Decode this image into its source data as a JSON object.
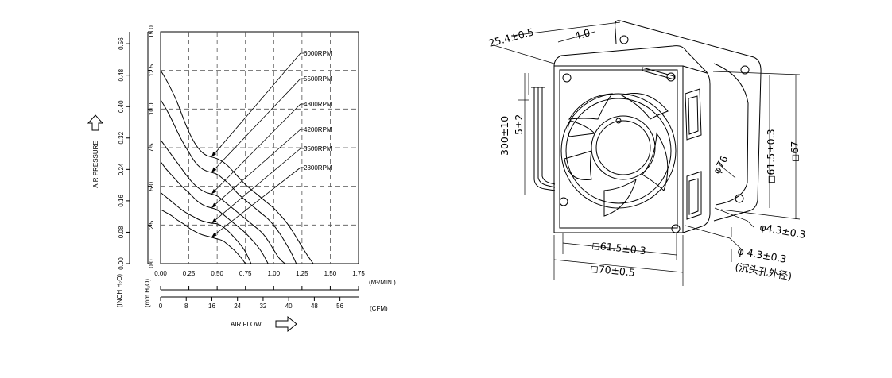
{
  "chart_data": {
    "type": "line",
    "x": [
      0,
      0.05,
      0.1,
      0.15,
      0.2,
      0.25,
      0.3,
      0.35,
      0.4,
      0.45,
      0.5,
      0.55,
      0.6,
      0.65,
      0.7,
      0.75,
      0.8,
      0.85,
      0.9,
      0.95,
      1.0,
      1.05,
      1.1,
      1.15,
      1.2,
      1.25,
      1.3,
      1.35,
      1.4,
      1.45,
      1.5,
      1.55
    ],
    "series": [
      {
        "name": "6000RPM",
        "values": [
          12.5,
          11.9,
          11.2,
          10.4,
          9.4,
          8.5,
          7.8,
          7.3,
          7.0,
          6.9,
          6.8,
          6.6,
          6.3,
          5.9,
          5.5,
          5.1,
          4.8,
          4.5,
          4.2,
          3.9,
          3.6,
          3.2,
          2.8,
          2.3,
          1.7,
          1.1,
          0.5,
          0.0,
          null,
          null,
          null,
          null
        ]
      },
      {
        "name": "5500RPM",
        "values": [
          10.6,
          10.0,
          9.3,
          8.5,
          7.8,
          7.2,
          6.6,
          6.2,
          6.0,
          5.9,
          5.8,
          5.5,
          5.2,
          4.8,
          4.4,
          4.1,
          3.8,
          3.5,
          3.2,
          2.9,
          2.5,
          2.0,
          1.4,
          0.8,
          0.0,
          null,
          null,
          null,
          null,
          null,
          null,
          null
        ]
      },
      {
        "name": "4800RPM",
        "values": [
          8.0,
          7.5,
          7.0,
          6.5,
          6.0,
          5.5,
          5.1,
          4.8,
          4.6,
          4.5,
          4.4,
          4.1,
          3.8,
          3.5,
          3.2,
          2.9,
          2.6,
          2.3,
          2.0,
          1.5,
          0.9,
          0.3,
          0.0,
          null,
          null,
          null,
          null,
          null,
          null,
          null,
          null,
          null
        ]
      },
      {
        "name": "4200RPM",
        "values": [
          6.6,
          6.1,
          5.7,
          5.3,
          4.9,
          4.6,
          4.2,
          3.9,
          3.7,
          3.6,
          3.5,
          3.2,
          2.9,
          2.6,
          2.3,
          2.0,
          1.6,
          1.2,
          0.7,
          0.0,
          null,
          null,
          null,
          null,
          null,
          null,
          null,
          null,
          null,
          null,
          null,
          null
        ]
      },
      {
        "name": "3500RPM",
        "values": [
          4.6,
          4.3,
          4.0,
          3.7,
          3.4,
          3.2,
          3.0,
          2.8,
          2.7,
          2.6,
          2.6,
          2.4,
          2.1,
          1.7,
          1.3,
          0.8,
          0.0,
          null,
          null,
          null,
          null,
          null,
          null,
          null,
          null,
          null,
          null,
          null,
          null,
          null,
          null,
          null
        ]
      },
      {
        "name": "2800RPM",
        "values": [
          3.5,
          3.3,
          3.1,
          2.8,
          2.6,
          2.3,
          2.1,
          1.9,
          1.8,
          1.7,
          1.6,
          1.5,
          1.2,
          0.9,
          0.5,
          0.0,
          null,
          null,
          null,
          null,
          null,
          null,
          null,
          null,
          null,
          null,
          null,
          null,
          null,
          null,
          null,
          null
        ]
      }
    ],
    "xlim": [
      0,
      1.75
    ],
    "ylim": [
      0,
      15.0
    ],
    "x_ticks": [
      "0.00",
      "0.25",
      "0.50",
      "0.75",
      "1.00",
      "1.25",
      "1.50",
      "1.75"
    ],
    "x_unit": "(M³/MIN.)",
    "cfm_ticks": [
      "0",
      "8",
      "16",
      "24",
      "32",
      "40",
      "48",
      "56"
    ],
    "cfm_unit": "(CFM)",
    "xlabel": "AIR FLOW",
    "y_ticks_mm": [
      "0.0",
      "2.5",
      "5.0",
      "7.5",
      "10.0",
      "12.5",
      "15.0"
    ],
    "y_ticks_inch": [
      "0.00",
      "0.08",
      "0.16",
      "0.24",
      "0.32",
      "0.40",
      "0.48",
      "0.56"
    ],
    "ylabel": "AIR PRESSURE",
    "y_unit_mm": "(mm H₂O)",
    "y_unit_inch": "(INCH H₂O)",
    "grid": true,
    "legend": "labels with leader arrows at right of curves"
  },
  "drawing": {
    "dims": {
      "depth": "25.4±0.5",
      "flange": "4.0",
      "lead_length": "300±10",
      "strip": "5±2",
      "hole_pitch_v": "◻61.5±0.3",
      "outer_v": "◻67",
      "guard_dia": "φ76",
      "hole_r": "φ4.3±0.3",
      "hole_pitch_h": "◻61.5±0.3",
      "frame": "◻70±0.5",
      "hole_c": "φ 4.3±0.3",
      "hole_c_note": "(沉头孔外径)"
    }
  }
}
